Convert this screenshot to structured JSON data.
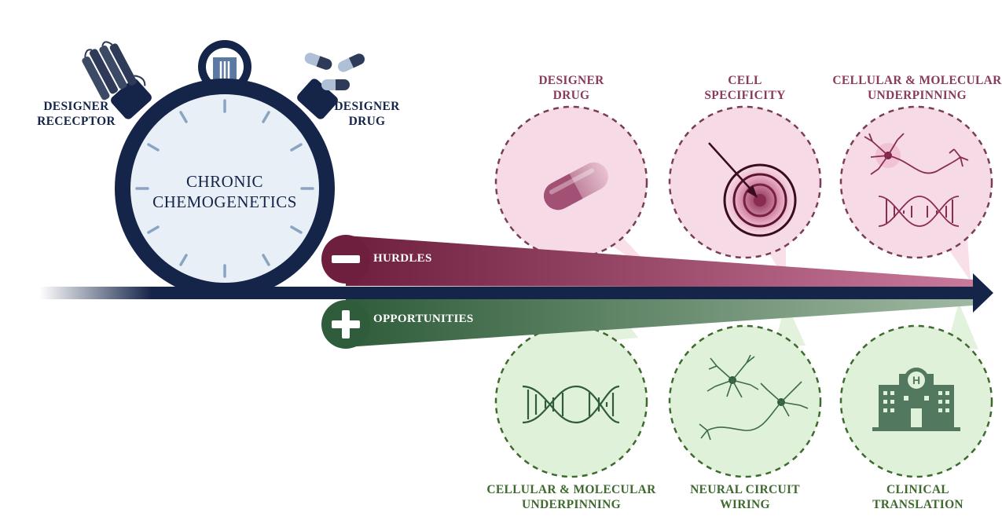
{
  "top_left": {
    "receptor_label": [
      "DESIGNER",
      "RECECPTOR"
    ],
    "drug_label": [
      "DESIGNER",
      "DRUG"
    ]
  },
  "timer": {
    "title": [
      "CHRONIC",
      "CHEMOGENETICS"
    ]
  },
  "timeline": {
    "hurdles_label": "HURDLES",
    "opportunities_label": "OPPORTUNITIES"
  },
  "hurdles": [
    {
      "lines": [
        "DESIGNER",
        "DRUG"
      ],
      "icon": "capsule-icon"
    },
    {
      "lines": [
        "CELL",
        "SPECIFICITY"
      ],
      "icon": "target-icon"
    },
    {
      "lines": [
        "CELLULAR & MOLECULAR",
        "UNDERPINNING"
      ],
      "icon": "neuron-dna-icon"
    }
  ],
  "opportunities": [
    {
      "lines": [
        "CELLULAR & MOLECULAR",
        "UNDERPINNING"
      ],
      "icon": "dna-icon"
    },
    {
      "lines": [
        "NEURAL CIRCUIT",
        "WIRING"
      ],
      "icon": "neurons-icon"
    },
    {
      "lines": [
        "CLINICAL",
        "TRANSLATION"
      ],
      "icon": "hospital-icon"
    }
  ],
  "colors": {
    "navy": "#15254a",
    "maroon": "#6e1f3d",
    "pink_fill": "#f6dbe6",
    "green": "#2f5c3a",
    "green_fill": "#e0f1da"
  }
}
